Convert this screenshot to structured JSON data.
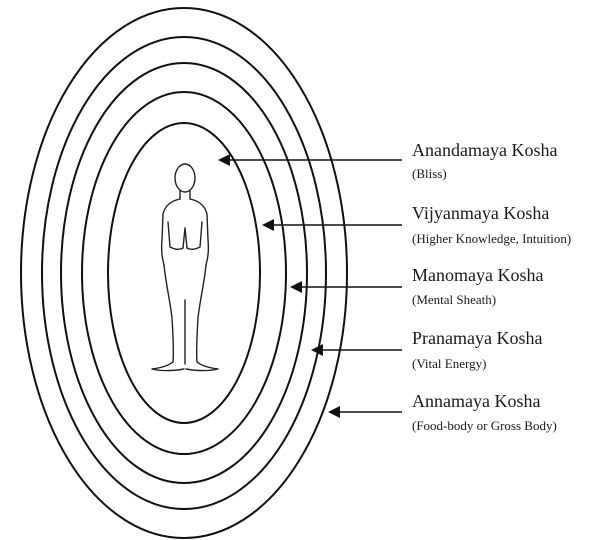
{
  "sheaths": [
    {
      "name": "Anandamaya Kosha",
      "description": "(Bliss)"
    },
    {
      "name": "Vijyanmaya Kosha",
      "description": "(Higher Knowledge, Intuition)"
    },
    {
      "name": "Manomaya Kosha",
      "description": "(Mental Sheath)"
    },
    {
      "name": "Pranamaya Kosha",
      "description": "(Vital Energy)"
    },
    {
      "name": "Annamaya Kosha",
      "description": "(Food-body or Gross Body)"
    }
  ],
  "colors": {
    "line": "#111111",
    "text": "#1a1a1a",
    "background": "#ffffff"
  },
  "icons": {
    "figure": "seated-meditating-figure-icon"
  }
}
